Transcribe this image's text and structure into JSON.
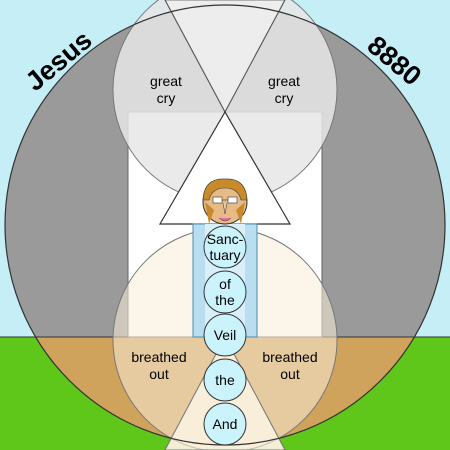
{
  "corner_labels": {
    "left": "Jesus",
    "right": "8880"
  },
  "labels": {
    "great_cry_left": [
      "great",
      "cry"
    ],
    "great_cry_right": [
      "great",
      "cry"
    ],
    "breathed_out_left": [
      "breathed",
      "out"
    ],
    "breathed_out_right": [
      "breathed",
      "out"
    ]
  },
  "column_circles": [
    [
      "Sanc-",
      "tuary"
    ],
    [
      "of",
      "the"
    ],
    [
      "Veil"
    ],
    [
      "the"
    ],
    [
      "And"
    ]
  ],
  "colors": {
    "sky": "#c6eef6",
    "ground_green": "#5ec71a",
    "grey": "#9a9a9a",
    "sand": "#d0a35c",
    "beam": "#e8f4f8",
    "column": "#b8def0",
    "small_circle": "#cbf3fb",
    "face_skin": "#e7bb87",
    "hair": "#c88a2a"
  }
}
